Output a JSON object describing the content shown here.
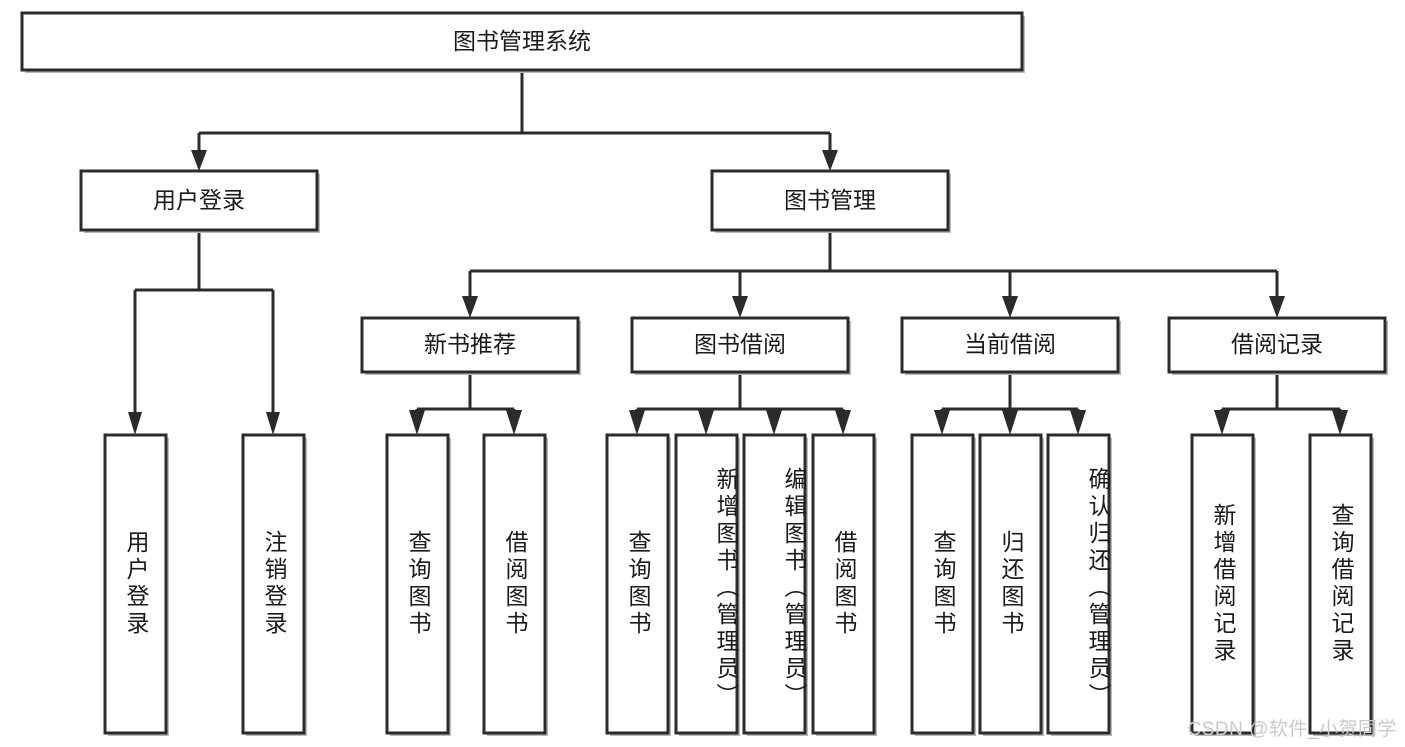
{
  "diagram": {
    "type": "tree",
    "title": "图书管理系统",
    "orientation": "top-down",
    "root": {
      "id": "root",
      "label": "图书管理系统"
    },
    "level2": [
      {
        "id": "user-login",
        "label": "用户登录"
      },
      {
        "id": "book-manage",
        "label": "图书管理"
      }
    ],
    "level3": [
      {
        "id": "new-book-rec",
        "label": "新书推荐",
        "parent": "book-manage"
      },
      {
        "id": "book-borrow",
        "label": "图书借阅",
        "parent": "book-manage"
      },
      {
        "id": "current-borrow",
        "label": "当前借阅",
        "parent": "book-manage"
      },
      {
        "id": "borrow-record",
        "label": "借阅记录",
        "parent": "book-manage"
      }
    ],
    "leaves": [
      {
        "id": "leaf-user-login",
        "label": "用户登录",
        "parent": "user-login",
        "align": "center"
      },
      {
        "id": "leaf-user-logout",
        "label": "注销登录",
        "parent": "user-login",
        "align": "center"
      },
      {
        "id": "leaf-query-book-1",
        "label": "查询图书",
        "parent": "new-book-rec",
        "align": "center"
      },
      {
        "id": "leaf-borrow-book-1",
        "label": "借阅图书",
        "parent": "new-book-rec",
        "align": "center"
      },
      {
        "id": "leaf-query-book-2",
        "label": "查询图书",
        "parent": "book-borrow",
        "align": "center"
      },
      {
        "id": "leaf-add-book",
        "label": "新增图书（管理员）",
        "parent": "book-borrow",
        "align": "top"
      },
      {
        "id": "leaf-edit-book",
        "label": "编辑图书（管理员）",
        "parent": "book-borrow",
        "align": "top"
      },
      {
        "id": "leaf-borrow-book-2",
        "label": "借阅图书",
        "parent": "book-borrow",
        "align": "center"
      },
      {
        "id": "leaf-query-book-3",
        "label": "查询图书",
        "parent": "current-borrow",
        "align": "center"
      },
      {
        "id": "leaf-return-book",
        "label": "归还图书",
        "parent": "current-borrow",
        "align": "center"
      },
      {
        "id": "leaf-confirm-return",
        "label": "确认归还（管理员）",
        "parent": "current-borrow",
        "align": "top"
      },
      {
        "id": "leaf-add-record",
        "label": "新增借阅记录",
        "parent": "borrow-record",
        "align": "center"
      },
      {
        "id": "leaf-query-record",
        "label": "查询借阅记录",
        "parent": "borrow-record",
        "align": "center"
      }
    ],
    "colors": {
      "box_stroke": "#2b2b2b",
      "box_fill": "#ffffff",
      "connector": "#2b2b2b",
      "text": "#1a1a1a",
      "watermark": "#c9c9c9",
      "background": "#ffffff"
    }
  },
  "watermark": {
    "text": "CSDN @软件_小贺同学"
  }
}
